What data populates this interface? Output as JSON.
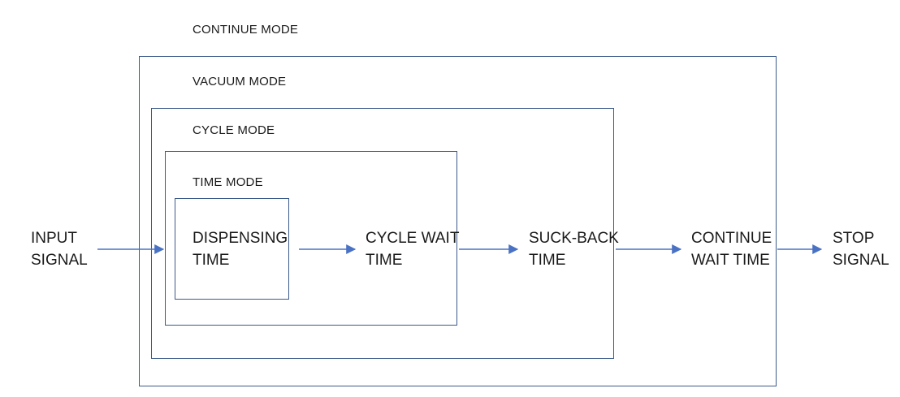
{
  "colors": {
    "box_border": "#3c5a8a",
    "arrow": "#4a72c4",
    "text": "#1a1a1a"
  },
  "modes": {
    "continue": "CONTINUE MODE",
    "vacuum": "VACUUM MODE",
    "cycle": "CYCLE MODE",
    "time": "TIME MODE"
  },
  "nodes": {
    "input": "INPUT\nSIGNAL",
    "dispensing": "DISPENSING\nTIME",
    "cycle_wait": "CYCLE WAIT\nTIME",
    "suck_back": "SUCK-BACK\nTIME",
    "continue_wait": "CONTINUE\nWAIT TIME",
    "stop": "STOP\nSIGNAL"
  },
  "flow": [
    "input",
    "dispensing",
    "cycle_wait",
    "suck_back",
    "continue_wait",
    "stop"
  ]
}
